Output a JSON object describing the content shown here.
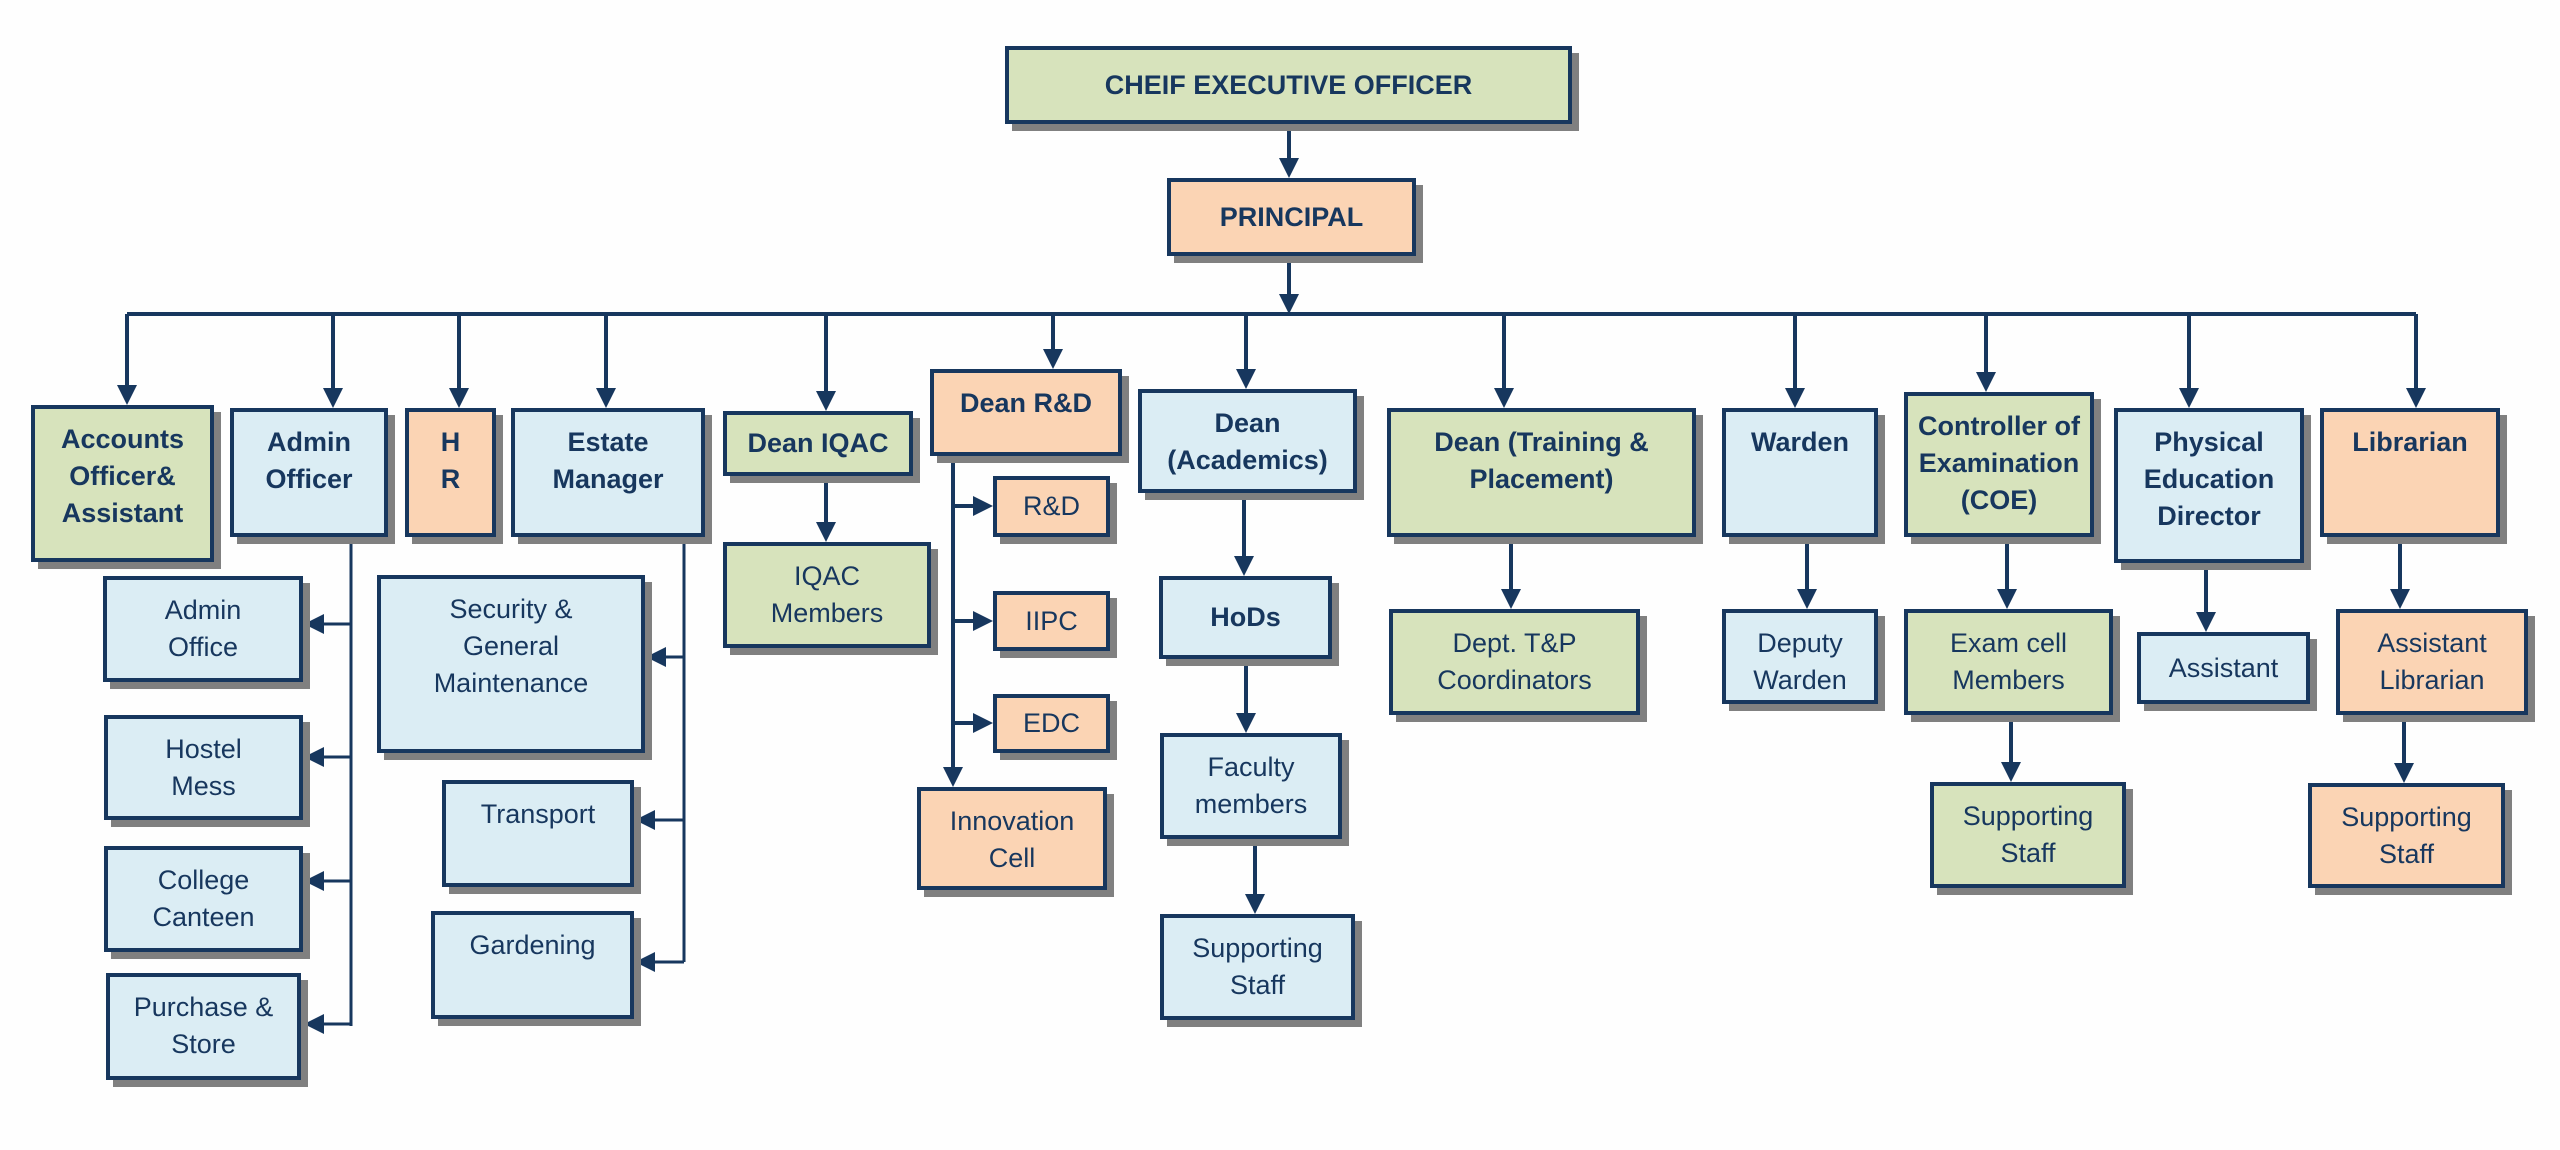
{
  "diagram": {
    "type": "organization-chart",
    "colors": {
      "line": "#17375e",
      "green": "#d7e3bc",
      "blue": "#dbedf4",
      "peach": "#fbd4b4",
      "shadow": "#808080"
    },
    "nodes": [
      {
        "id": "ceo",
        "label": "CHEIF EXECUTIVE OFFICER",
        "color": "green",
        "bold": true
      },
      {
        "id": "principal",
        "label": "PRINCIPAL",
        "color": "peach",
        "bold": true
      },
      {
        "id": "accounts",
        "label": "Accounts\nOfficer&\nAssistant",
        "color": "green",
        "bold": true
      },
      {
        "id": "admin-officer",
        "label": "Admin\nOfficer",
        "color": "blue",
        "bold": true
      },
      {
        "id": "hr",
        "label": "H\nR",
        "color": "peach",
        "bold": true
      },
      {
        "id": "estate-manager",
        "label": "Estate\nManager",
        "color": "blue",
        "bold": true
      },
      {
        "id": "dean-iqac",
        "label": "Dean IQAC",
        "color": "green",
        "bold": true
      },
      {
        "id": "dean-rnd",
        "label": "Dean R&D",
        "color": "peach",
        "bold": true
      },
      {
        "id": "dean-academics",
        "label": "Dean\n(Academics)",
        "color": "blue",
        "bold": true
      },
      {
        "id": "dean-tnp",
        "label": "Dean (Training &\nPlacement)",
        "color": "green",
        "bold": true
      },
      {
        "id": "warden",
        "label": "Warden",
        "color": "blue",
        "bold": true
      },
      {
        "id": "coe",
        "label": "Controller of\nExamination\n(COE)",
        "color": "green",
        "bold": true
      },
      {
        "id": "ped",
        "label": "Physical\nEducation\nDirector",
        "color": "blue",
        "bold": true
      },
      {
        "id": "librarian",
        "label": "Librarian",
        "color": "peach",
        "bold": true
      },
      {
        "id": "admin-office",
        "label": "Admin\nOffice",
        "color": "blue",
        "bold": false
      },
      {
        "id": "hostel-mess",
        "label": "Hostel\nMess",
        "color": "blue",
        "bold": false
      },
      {
        "id": "college-canteen",
        "label": "College\nCanteen",
        "color": "blue",
        "bold": false
      },
      {
        "id": "purchase-store",
        "label": "Purchase &\nStore",
        "color": "blue",
        "bold": false
      },
      {
        "id": "security",
        "label": "Security &\nGeneral\nMaintenance",
        "color": "blue",
        "bold": false
      },
      {
        "id": "transport",
        "label": "Transport",
        "color": "blue",
        "bold": false
      },
      {
        "id": "gardening",
        "label": "Gardening",
        "color": "blue",
        "bold": false
      },
      {
        "id": "iqac-members",
        "label": "IQAC\nMembers",
        "color": "green",
        "bold": false
      },
      {
        "id": "rnd",
        "label": "R&D",
        "color": "peach",
        "bold": false
      },
      {
        "id": "iipc",
        "label": "IIPC",
        "color": "peach",
        "bold": false
      },
      {
        "id": "edc",
        "label": "EDC",
        "color": "peach",
        "bold": false
      },
      {
        "id": "innovation-cell",
        "label": "Innovation\nCell",
        "color": "peach",
        "bold": false
      },
      {
        "id": "hods",
        "label": "HoDs",
        "color": "blue",
        "bold": true
      },
      {
        "id": "faculty",
        "label": "Faculty\nmembers",
        "color": "blue",
        "bold": false
      },
      {
        "id": "acad-support",
        "label": "Supporting\nStaff",
        "color": "blue",
        "bold": false
      },
      {
        "id": "tnp-coord",
        "label": "Dept. T&P\nCoordinators",
        "color": "green",
        "bold": false
      },
      {
        "id": "deputy-warden",
        "label": "Deputy\nWarden",
        "color": "blue",
        "bold": false
      },
      {
        "id": "exam-cell",
        "label": "Exam cell\nMembers",
        "color": "green",
        "bold": false
      },
      {
        "id": "coe-support",
        "label": "Supporting\nStaff",
        "color": "green",
        "bold": false
      },
      {
        "id": "ped-assistant",
        "label": "Assistant",
        "color": "blue",
        "bold": false
      },
      {
        "id": "asst-librarian",
        "label": "Assistant\nLibrarian",
        "color": "peach",
        "bold": false
      },
      {
        "id": "lib-support",
        "label": "Supporting\nStaff",
        "color": "peach",
        "bold": false
      }
    ],
    "edges": [
      [
        "ceo",
        "principal"
      ],
      [
        "principal",
        "accounts"
      ],
      [
        "principal",
        "admin-officer"
      ],
      [
        "principal",
        "hr"
      ],
      [
        "principal",
        "estate-manager"
      ],
      [
        "principal",
        "dean-iqac"
      ],
      [
        "principal",
        "dean-rnd"
      ],
      [
        "principal",
        "dean-academics"
      ],
      [
        "principal",
        "dean-tnp"
      ],
      [
        "principal",
        "warden"
      ],
      [
        "principal",
        "coe"
      ],
      [
        "principal",
        "ped"
      ],
      [
        "principal",
        "librarian"
      ],
      [
        "admin-officer",
        "admin-office"
      ],
      [
        "admin-officer",
        "hostel-mess"
      ],
      [
        "admin-officer",
        "college-canteen"
      ],
      [
        "admin-officer",
        "purchase-store"
      ],
      [
        "estate-manager",
        "security"
      ],
      [
        "estate-manager",
        "transport"
      ],
      [
        "estate-manager",
        "gardening"
      ],
      [
        "dean-iqac",
        "iqac-members"
      ],
      [
        "dean-rnd",
        "rnd"
      ],
      [
        "dean-rnd",
        "iipc"
      ],
      [
        "dean-rnd",
        "edc"
      ],
      [
        "dean-rnd",
        "innovation-cell"
      ],
      [
        "dean-academics",
        "hods"
      ],
      [
        "hods",
        "faculty"
      ],
      [
        "faculty",
        "acad-support"
      ],
      [
        "dean-tnp",
        "tnp-coord"
      ],
      [
        "warden",
        "deputy-warden"
      ],
      [
        "coe",
        "exam-cell"
      ],
      [
        "exam-cell",
        "coe-support"
      ],
      [
        "ped",
        "ped-assistant"
      ],
      [
        "librarian",
        "asst-librarian"
      ],
      [
        "asst-librarian",
        "lib-support"
      ]
    ]
  }
}
